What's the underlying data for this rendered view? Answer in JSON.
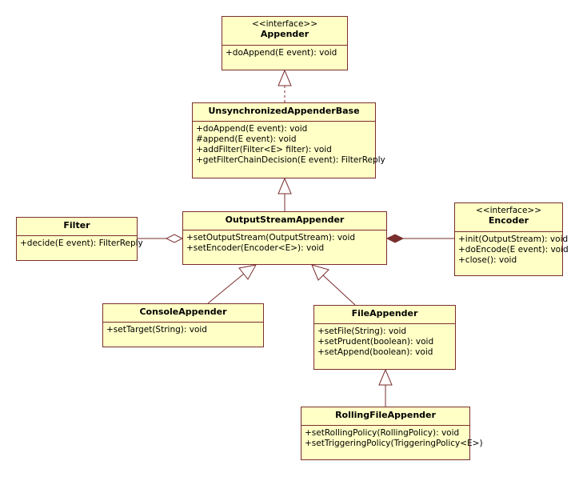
{
  "classes": {
    "appender": {
      "stereotype": "<<interface>>",
      "name": "Appender",
      "members": [
        "+doAppend(E event): void"
      ]
    },
    "base": {
      "name": "UnsynchronizedAppenderBase",
      "members": [
        "+doAppend(E event): void",
        "#append(E event): void",
        "+addFilter(Filter<E> filter): void",
        "+getFilterChainDecision(E event): FilterReply"
      ]
    },
    "filter": {
      "name": "Filter",
      "members": [
        "+decide(E event): FilterReply"
      ]
    },
    "osa": {
      "name": "OutputStreamAppender",
      "members": [
        "+setOutputStream(OutputStream): void",
        "+setEncoder(Encoder<E>): void"
      ]
    },
    "encoder": {
      "stereotype": "<<interface>>",
      "name": "Encoder",
      "members": [
        "+init(OutputStream): void",
        "+doEncode(E event): void",
        "+close(): void"
      ]
    },
    "console": {
      "name": "ConsoleAppender",
      "members": [
        "+setTarget(String): void"
      ]
    },
    "file": {
      "name": "FileAppender",
      "members": [
        "+setFile(String): void",
        "+setPrudent(boolean): void",
        "+setAppend(boolean): void"
      ]
    },
    "rolling": {
      "name": "RollingFileAppender",
      "members": [
        "+setRollingPolicy(RollingPolicy): void",
        "+setTriggeringPolicy(TriggeringPolicy<E>)"
      ]
    }
  },
  "relations": [
    {
      "kind": "realization",
      "from": "base",
      "to": "appender"
    },
    {
      "kind": "generalization",
      "from": "osa",
      "to": "base"
    },
    {
      "kind": "aggregation",
      "whole": "osa",
      "part": "filter"
    },
    {
      "kind": "composition",
      "whole": "osa",
      "part": "encoder"
    },
    {
      "kind": "generalization",
      "from": "console",
      "to": "osa"
    },
    {
      "kind": "generalization",
      "from": "file",
      "to": "osa"
    },
    {
      "kind": "generalization",
      "from": "rolling",
      "to": "file"
    }
  ],
  "colors": {
    "box_fill": "#ffffc6",
    "line": "#7a2e2e"
  }
}
